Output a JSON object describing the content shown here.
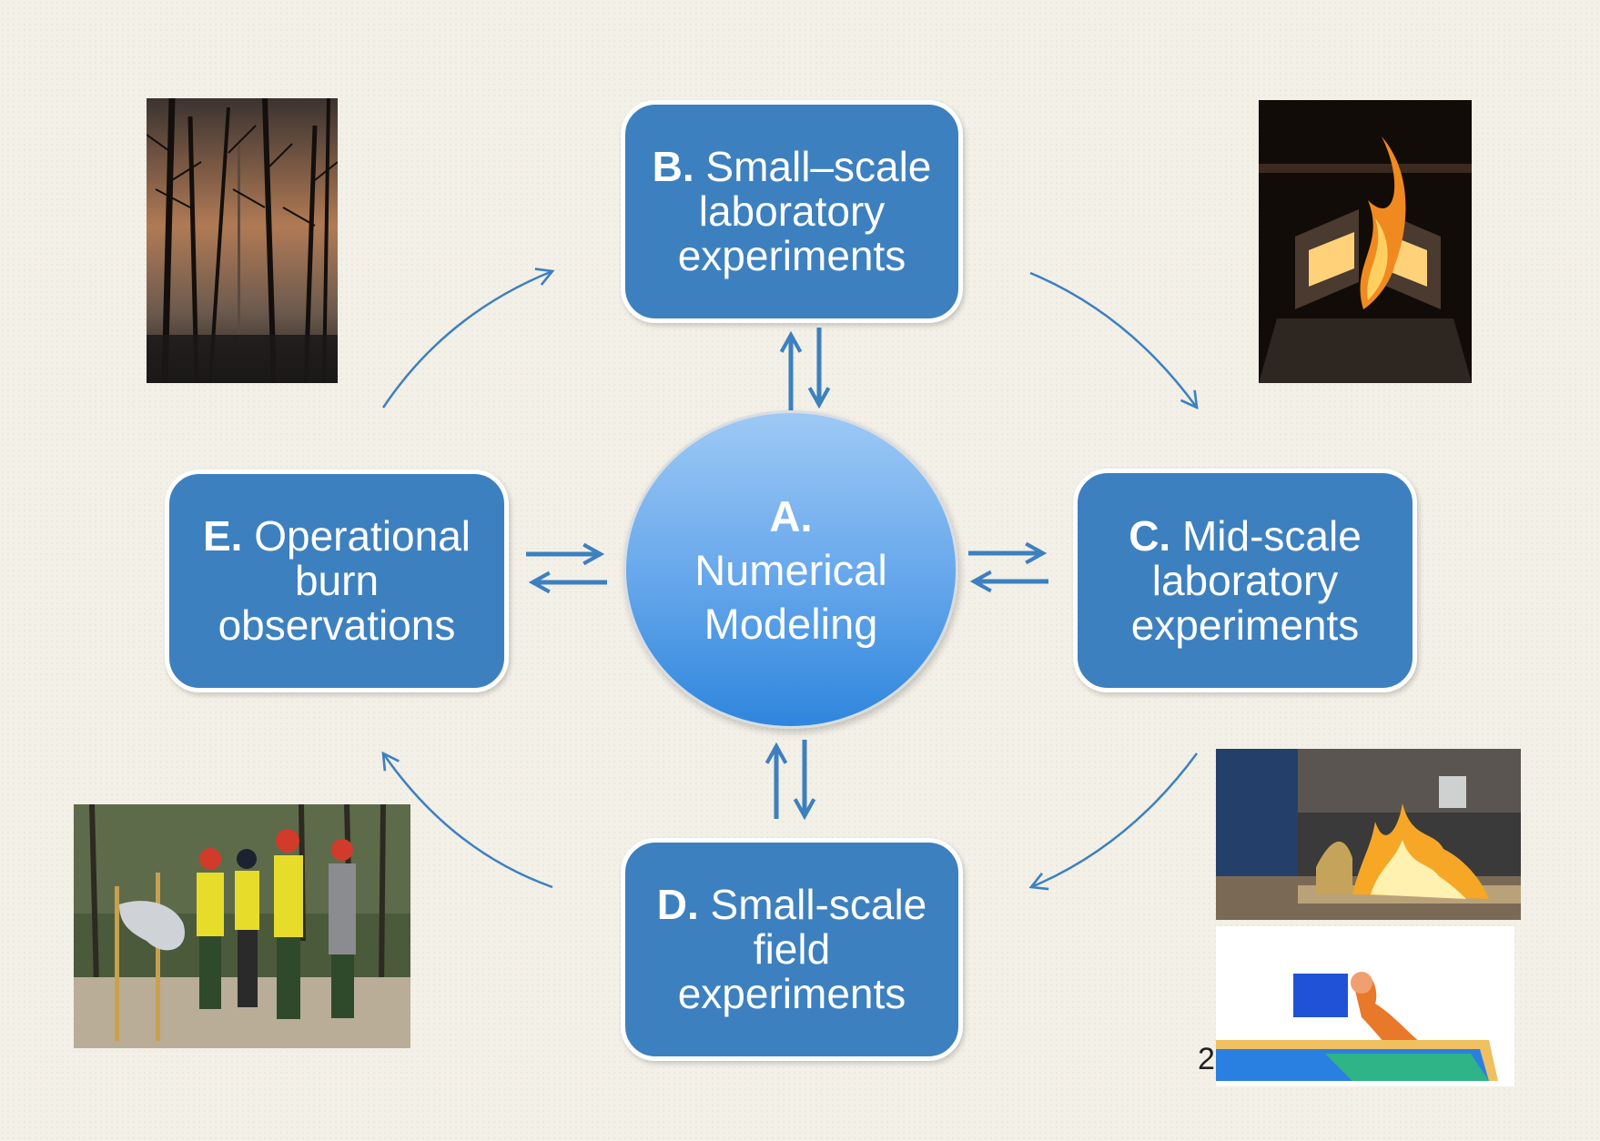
{
  "center": {
    "letter": "A.",
    "line1": "Numerical",
    "line2": "Modeling"
  },
  "boxes": {
    "b": {
      "letter": "B.",
      "line1": "Small–scale",
      "line2": "laboratory",
      "line3": "experiments"
    },
    "c": {
      "letter": "C.",
      "line1": "Mid-scale",
      "line2": "laboratory",
      "line3": "experiments"
    },
    "d": {
      "letter": "D.",
      "line1": "Small-scale",
      "line2": "field",
      "line3": "experiments"
    },
    "e": {
      "letter": "E.",
      "line1": "Operational",
      "line2": "burn",
      "line3": "observations"
    }
  },
  "slide_number": "2",
  "colors": {
    "box_fill": "#3d80bf",
    "arrow": "#3d80bf",
    "circle_top": "#9ec9f5",
    "circle_bottom": "#2f86dd"
  }
}
